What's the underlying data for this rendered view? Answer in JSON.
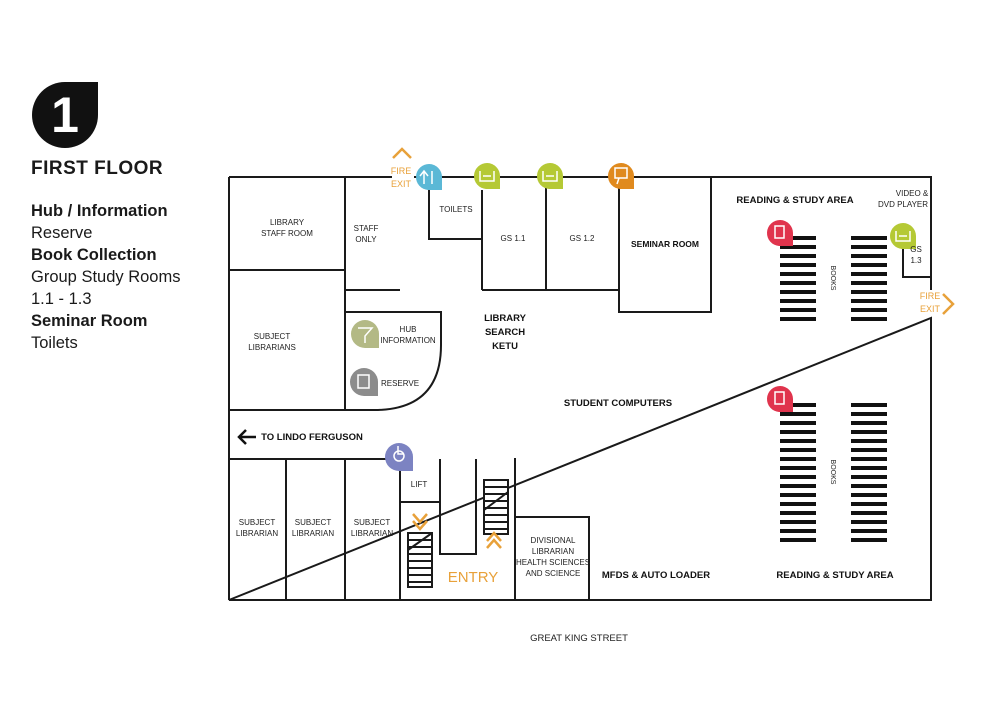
{
  "floor": {
    "number": "1",
    "title": "FIRST FLOOR"
  },
  "legend": [
    {
      "text": "Hub / Information",
      "bold": true
    },
    {
      "text": "Reserve",
      "bold": false
    },
    {
      "text": "Book Collection",
      "bold": true
    },
    {
      "text": "Group Study Rooms",
      "bold": false
    },
    {
      "text": "1.1 - 1.3",
      "bold": false
    },
    {
      "text": "Seminar Room",
      "bold": true
    },
    {
      "text": "Toilets",
      "bold": false
    }
  ],
  "rooms": {
    "library_staff_room": [
      "LIBRARY",
      "STAFF ROOM"
    ],
    "staff_only": [
      "STAFF",
      "ONLY"
    ],
    "toilets": "TOILETS",
    "gs11": "GS 1.1",
    "gs12": "GS 1.2",
    "seminar_room": "SEMINAR ROOM",
    "reading_study_top": "READING & STUDY AREA",
    "video_dvd": [
      "VIDEO &",
      "DVD PLAYER"
    ],
    "gs13": [
      "GS",
      "1.3"
    ],
    "subject_librarians": [
      "SUBJECT",
      "LIBRARIANS"
    ],
    "hub_information": [
      "HUB",
      "INFORMATION"
    ],
    "reserve": "RESERVE",
    "library_search": [
      "LIBRARY",
      "SEARCH",
      "KETU"
    ],
    "student_computers": "STUDENT COMPUTERS",
    "to_lindo": "TO LINDO FERGUSON",
    "lift": "LIFT",
    "subject_librarian": [
      "SUBJECT",
      "LIBRARIAN"
    ],
    "divisional": [
      "DIVISIONAL",
      "LIBRARIAN",
      "HEALTH SCIENCES",
      "AND SCIENCE"
    ],
    "mfds": "MFDS & AUTO LOADER",
    "reading_study_bottom": "READING & STUDY AREA",
    "books": "BOOKS",
    "entry": "ENTRY",
    "fire_exit": [
      "FIRE",
      "EXIT"
    ],
    "street": "GREAT KING STREET"
  },
  "icons": {
    "toilets": {
      "name": "toilets-icon",
      "color": "#5bb8d6"
    },
    "group_study": {
      "name": "group-study-icon",
      "color": "#b5c935"
    },
    "seminar": {
      "name": "seminar-icon",
      "color": "#e08a1e"
    },
    "book_collection": {
      "name": "book-collection-icon",
      "color": "#e0344d"
    },
    "hub": {
      "name": "hub-information-icon",
      "color": "#b3b985"
    },
    "reserve": {
      "name": "reserve-icon",
      "color": "#8c8c8c"
    },
    "accessible": {
      "name": "accessible-icon",
      "color": "#7c83c2"
    }
  },
  "colors": {
    "walls": "#1a1a1a",
    "exit_orange": "#e8a13a"
  }
}
